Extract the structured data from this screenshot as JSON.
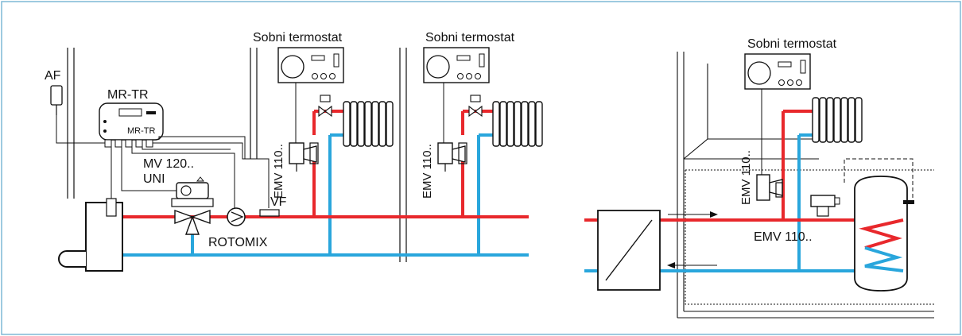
{
  "colors": {
    "border": "#7fb8d6",
    "hot": "#e8282c",
    "cold": "#29a6dc",
    "line": "#111111"
  },
  "labels": {
    "af": "AF",
    "mr_tr_top": "MR-TR",
    "mr_tr_inner": "MR-TR",
    "mv": "MV 120..",
    "uni": "UNI",
    "rotomix": "ROTOMIX",
    "vf": "VF",
    "thermostat_1": "Sobni termostat",
    "thermostat_2": "Sobni termostat",
    "thermostat_3": "Sobni termostat",
    "emv_1": "EMV 110..",
    "emv_2": "EMV 110..",
    "emv_3": "EMV 110..",
    "emv_4": "EMV 110.."
  }
}
